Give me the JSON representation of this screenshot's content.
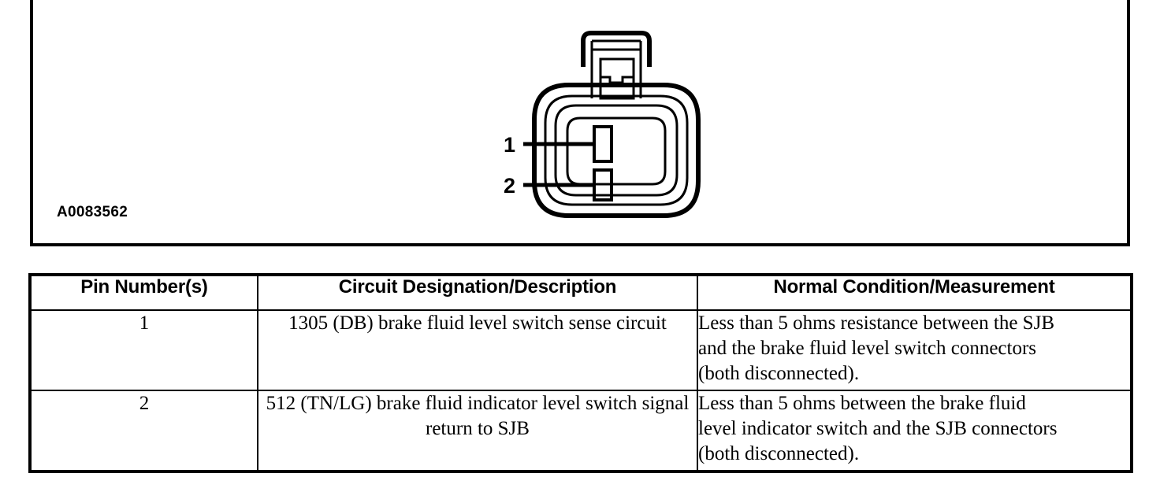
{
  "figure": {
    "id_label": "A0083562",
    "connector": {
      "name": "2-way electrical connector face view",
      "pin_callouts": [
        {
          "label": "1",
          "cavity": "upper-large"
        },
        {
          "label": "2",
          "cavity": "lower-small"
        }
      ]
    }
  },
  "table": {
    "headers": [
      "Pin Number(s)",
      "Circuit Designation/Description",
      "Normal Condition/Measurement"
    ],
    "rows": [
      {
        "pin": "1",
        "description": "1305 (DB) brake fluid level switch sense circuit",
        "condition_lines": [
          "Less than 5 ohms resistance between the SJB",
          "and the brake fluid level switch connectors",
          "(both disconnected)."
        ]
      },
      {
        "pin": "2",
        "description": "512 (TN/LG) brake fluid indicator level switch signal return to SJB",
        "condition_lines": [
          "Less than 5 ohms between the brake fluid",
          "level indicator switch and the SJB connectors",
          "(both disconnected)."
        ]
      }
    ]
  },
  "colors": {
    "ink": "#000000",
    "paper": "#ffffff"
  }
}
